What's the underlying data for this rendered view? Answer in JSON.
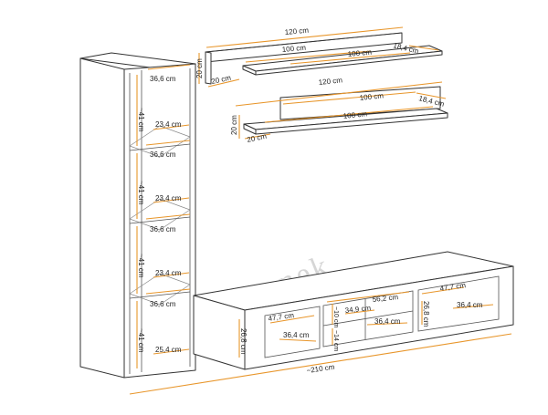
{
  "watermark": "gorber-kierunek",
  "colors": {
    "dimension_line": "#e8962b",
    "outline": "#333333"
  },
  "shelf_top": {
    "width": "120 cm",
    "inner_width": "100 cm",
    "inner_width_2": "100 cm",
    "depth": "18,4 cm",
    "height": "20 cm",
    "side": "20 cm"
  },
  "shelf_bottom": {
    "width": "120 cm",
    "inner_width": "100 cm",
    "inner_width_2": "100 cm",
    "depth": "18,4 cm",
    "height": "20 cm",
    "side": "20 cm"
  },
  "tall_cabinet": {
    "compartment_1_width": "36,6 cm",
    "compartment_1_height": "~41 cm",
    "compartment_1_depth": "23,4 cm",
    "compartment_2_width": "36,6 cm",
    "compartment_2_height": "~41 cm",
    "compartment_2_depth": "23,4 cm",
    "compartment_3_width": "36,6 cm",
    "compartment_3_height": "~41 cm",
    "compartment_3_depth": "23,4 cm",
    "compartment_4_width": "36,6 cm",
    "compartment_4_height": "~41 cm",
    "compartment_4_depth": "25,4 cm"
  },
  "tv_unit": {
    "total_width": "~210 cm",
    "left_height": "26,8 cm",
    "left_width": "47,7 cm",
    "left_depth": "36,4 cm",
    "center_width": "56,2 cm",
    "center_height_top": "~10 cm",
    "center_inner_width": "34,9 cm",
    "center_depth": "36,4 cm",
    "center_height_bottom": "~14 cm",
    "right_width": "47,7 cm",
    "right_height": "26,8 cm",
    "right_depth": "36,4 cm"
  }
}
